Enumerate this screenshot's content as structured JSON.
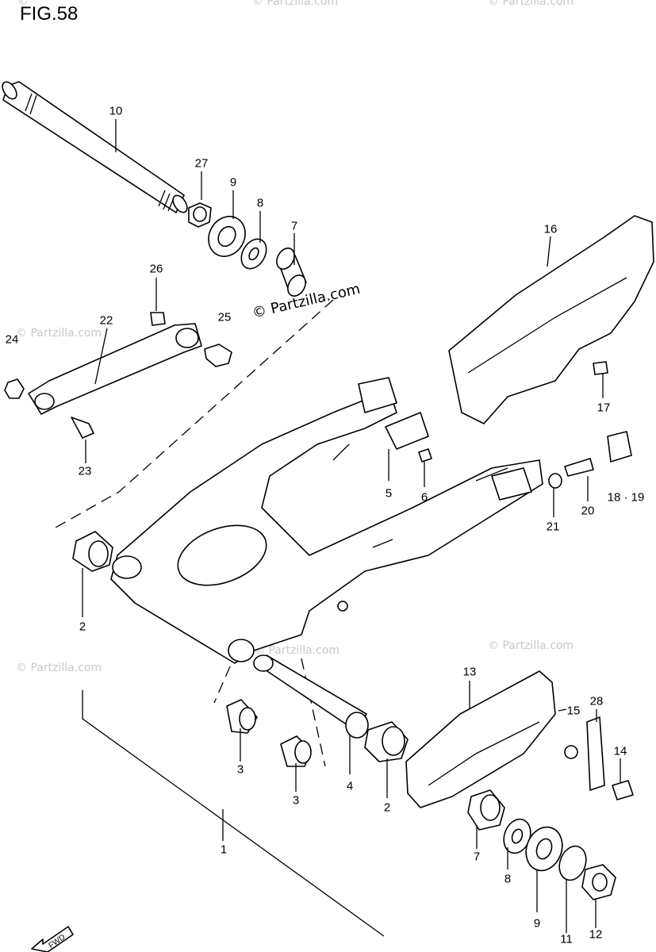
{
  "figure": {
    "title": "FIG.58"
  },
  "watermark": {
    "text": "© Partzilla.com",
    "corner_text": "©"
  },
  "callouts": {
    "p1": "1",
    "p2a": "2",
    "p2b": "2",
    "p3a": "3",
    "p3b": "3",
    "p4": "4",
    "p5": "5",
    "p6": "6",
    "p7a": "7",
    "p7b": "7",
    "p8a": "8",
    "p8b": "8",
    "p9a": "9",
    "p9b": "9",
    "p10": "10",
    "p11": "11",
    "p12": "12",
    "p13": "13",
    "p14": "14",
    "p15": "15",
    "p16": "16",
    "p17": "17",
    "p18_19": "18 · 19",
    "p20": "20",
    "p21": "21",
    "p22": "22",
    "p23": "23",
    "p24": "24",
    "p25": "25",
    "p26": "26",
    "p27": "27",
    "p28": "28"
  },
  "fwd_badge": "FWD",
  "icon": "fwd-arrow-icon"
}
